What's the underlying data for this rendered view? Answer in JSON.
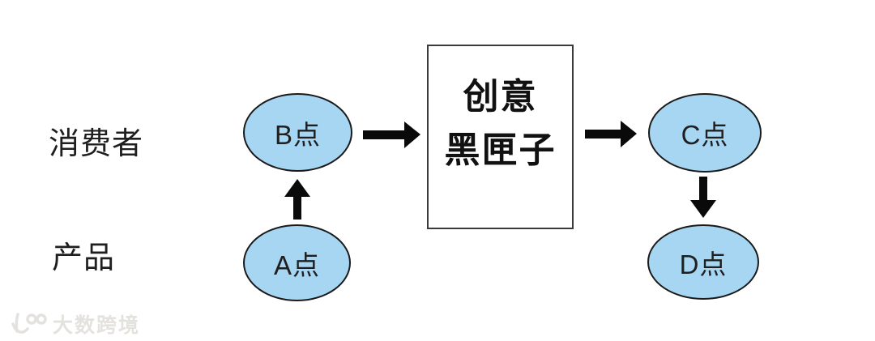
{
  "row_labels": {
    "consumer": "消费者",
    "product": "产品"
  },
  "nodes": {
    "a": "A点",
    "b": "B点",
    "c": "C点",
    "d": "D点"
  },
  "blackbox": {
    "line1": "创意",
    "line2": "黑匣子"
  },
  "edges": [
    {
      "from": "a",
      "to": "b",
      "direction": "up"
    },
    {
      "from": "b",
      "to": "blackbox",
      "direction": "right"
    },
    {
      "from": "blackbox",
      "to": "c",
      "direction": "right"
    },
    {
      "from": "c",
      "to": "d",
      "direction": "down"
    }
  ],
  "watermark": {
    "brand": "大数跨境",
    "logo_icon": "k100-logo"
  },
  "colors": {
    "node_fill": "#a6d6f2",
    "node_border": "#1a1a1a",
    "box_border": "#3a3a3a",
    "arrow": "#0a0a0a",
    "text": "#1f1f1f",
    "watermark": "#e4e2df"
  }
}
